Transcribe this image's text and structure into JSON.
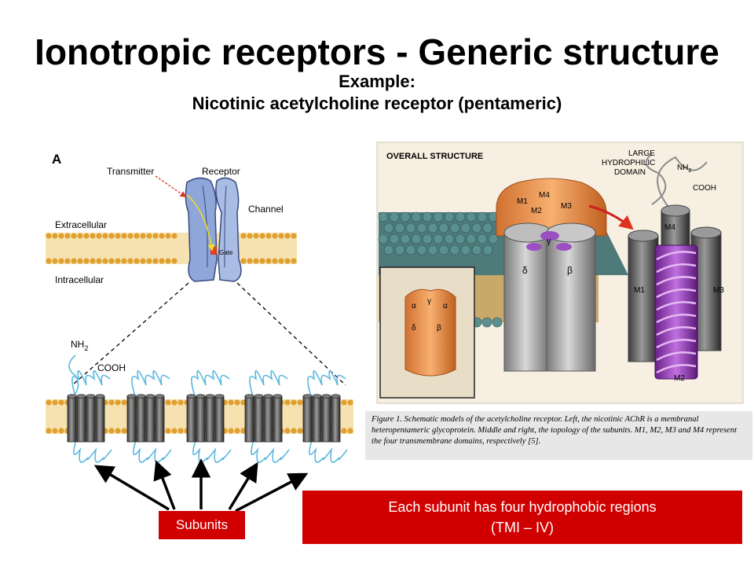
{
  "slide": {
    "title": "Ionotropic receptors - Generic structure",
    "subtitle_line1": "Example:",
    "subtitle_line2": "Nicotinic acetylcholine receptor (pentameric)"
  },
  "left_diagram": {
    "panel_letter": "A",
    "transmitter": "Transmitter",
    "receptor": "Receptor",
    "channel": "Channel",
    "extracellular": "Extracellular",
    "intracellular": "Intracellular",
    "gate": "Gate",
    "nh2": "NH",
    "nh2_sub": "2",
    "cooh": "COOH"
  },
  "right_diagram": {
    "heading": "OVERALL STRUCTURE",
    "large_domain_1": "LARGE",
    "large_domain_2": "HYDROPHILIC",
    "large_domain_3": "DOMAIN",
    "nh2": "NH",
    "nh2_sub": "2",
    "cooh": "COOH",
    "m1": "M1",
    "m2": "M2",
    "m3": "M3",
    "m4": "M4",
    "alpha": "α",
    "beta": "β",
    "gamma": "γ",
    "delta": "δ"
  },
  "caption": "Figure 1. Schematic models of the acetylcholine receptor. Left, the nicotinic AChR is a membranal heteropentameric glycoprotein. Middle and right, the topology of the subunits. M1, M2, M3 and M4 represent the four transmembrane domains, respectively [5].",
  "callouts": {
    "subunits": "Subunits",
    "info_line1": "Each subunit has four hydrophobic regions",
    "info_line2": "(TMI – IV)"
  },
  "colors": {
    "accent_red": "#d00000",
    "receptor_blue": "#8ea6d8",
    "lipid_orange": "#e0a030",
    "loop_cyan": "#5ab8e0",
    "m2_purple": "#9040b0",
    "domain_orange": "#f0a050"
  }
}
